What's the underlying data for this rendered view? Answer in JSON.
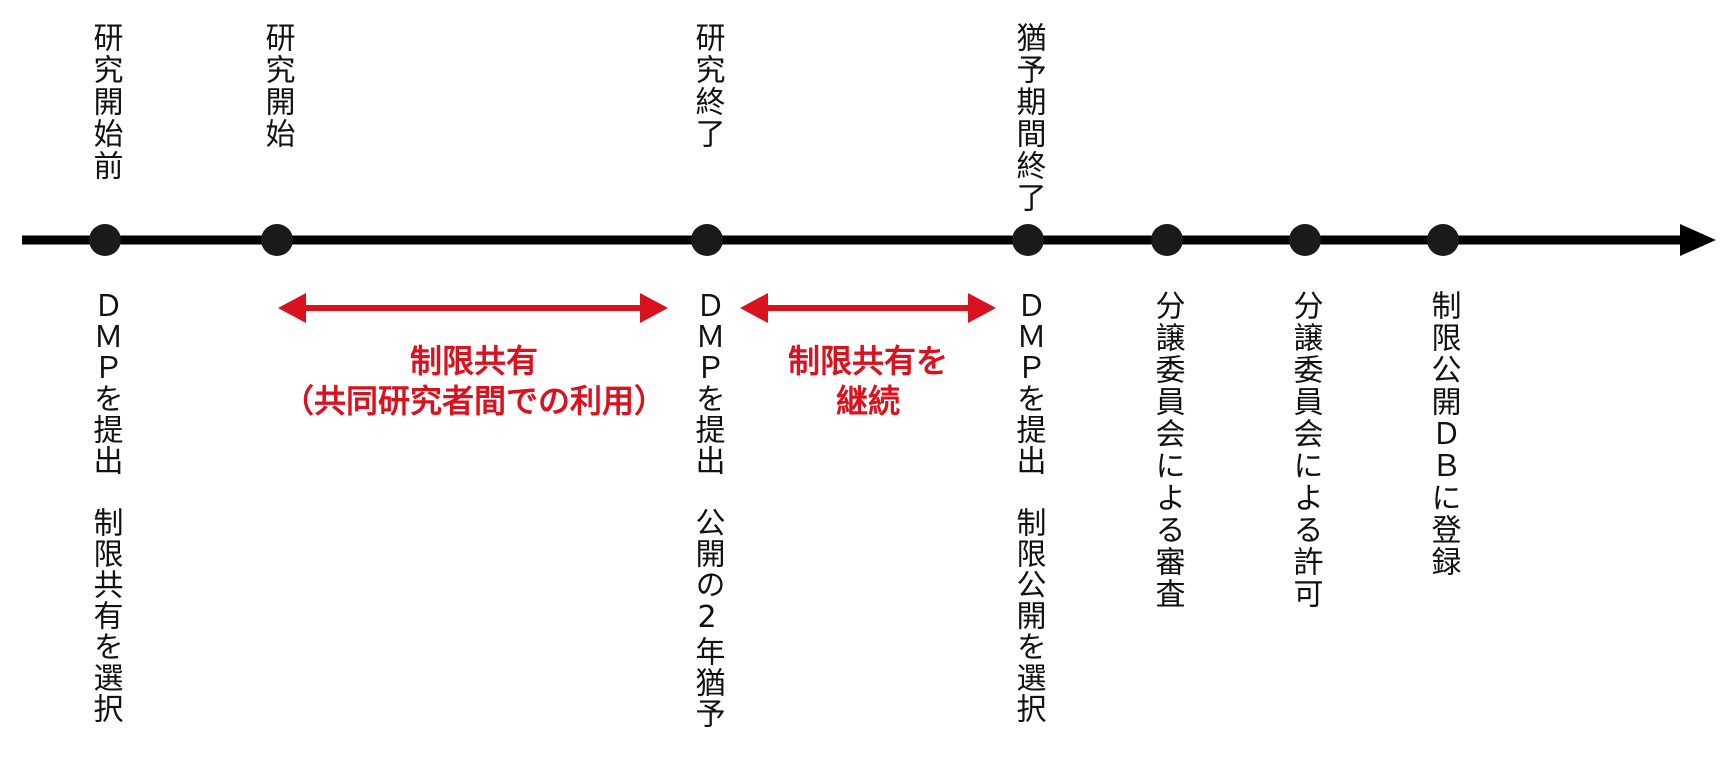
{
  "colors": {
    "axis": "#000000",
    "node": "#1a1a1a",
    "accent": "#d9121f",
    "text": "#111111"
  },
  "milestones": [
    {
      "id": "pre",
      "top_label": "研究開始前",
      "bottom_label": "ＤＭＰを提出　制限共有を選択"
    },
    {
      "id": "start",
      "top_label": "研究開始",
      "bottom_label": ""
    },
    {
      "id": "end",
      "top_label": "研究終了",
      "bottom_label": "ＤＭＰを提出　公開の2年猶予"
    },
    {
      "id": "grace",
      "top_label": "猶予期間終了",
      "bottom_label": "ＤＭＰを提出　制限公開を選択"
    },
    {
      "id": "review",
      "top_label": "",
      "bottom_label": "分譲委員会による審査"
    },
    {
      "id": "approval",
      "top_label": "",
      "bottom_label": "分譲委員会による許可"
    },
    {
      "id": "register",
      "top_label": "",
      "bottom_label": "制限公開ＤＢに登録"
    }
  ],
  "spans": [
    {
      "line1": "制限共有",
      "line2": "（共同研究者間での利用）"
    },
    {
      "line1": "制限共有を",
      "line2": "継続"
    }
  ]
}
